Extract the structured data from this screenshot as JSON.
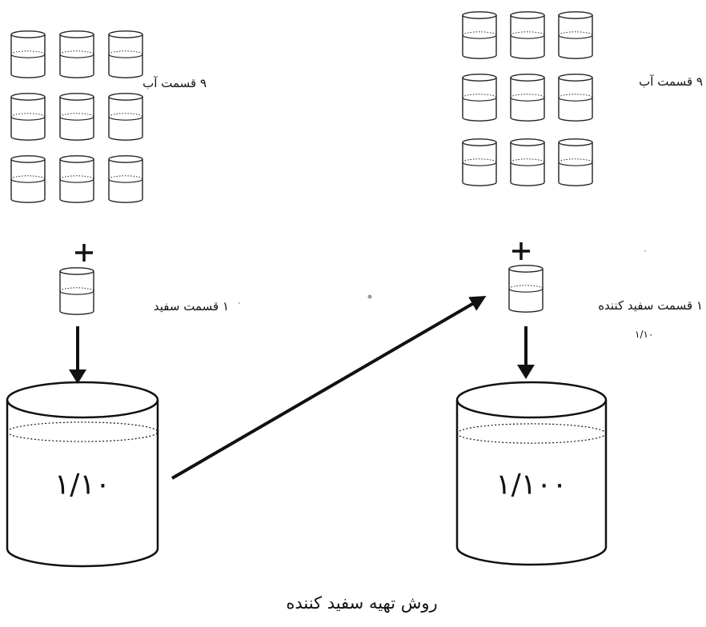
{
  "left_group": {
    "water_label": "۹ قسمت آب",
    "bleach_label": "۱ قسمت سفید",
    "ratio": "۱/۱۰"
  },
  "right_group": {
    "water_label": "۹ قسمت آب",
    "bleach_label": "۱ قسمت سفید کننده",
    "bleach_sub_label": "۱/۱۰",
    "ratio": "۱/۱۰۰"
  },
  "plus_sign": "+",
  "caption": "روش تهیه سفید کننده"
}
